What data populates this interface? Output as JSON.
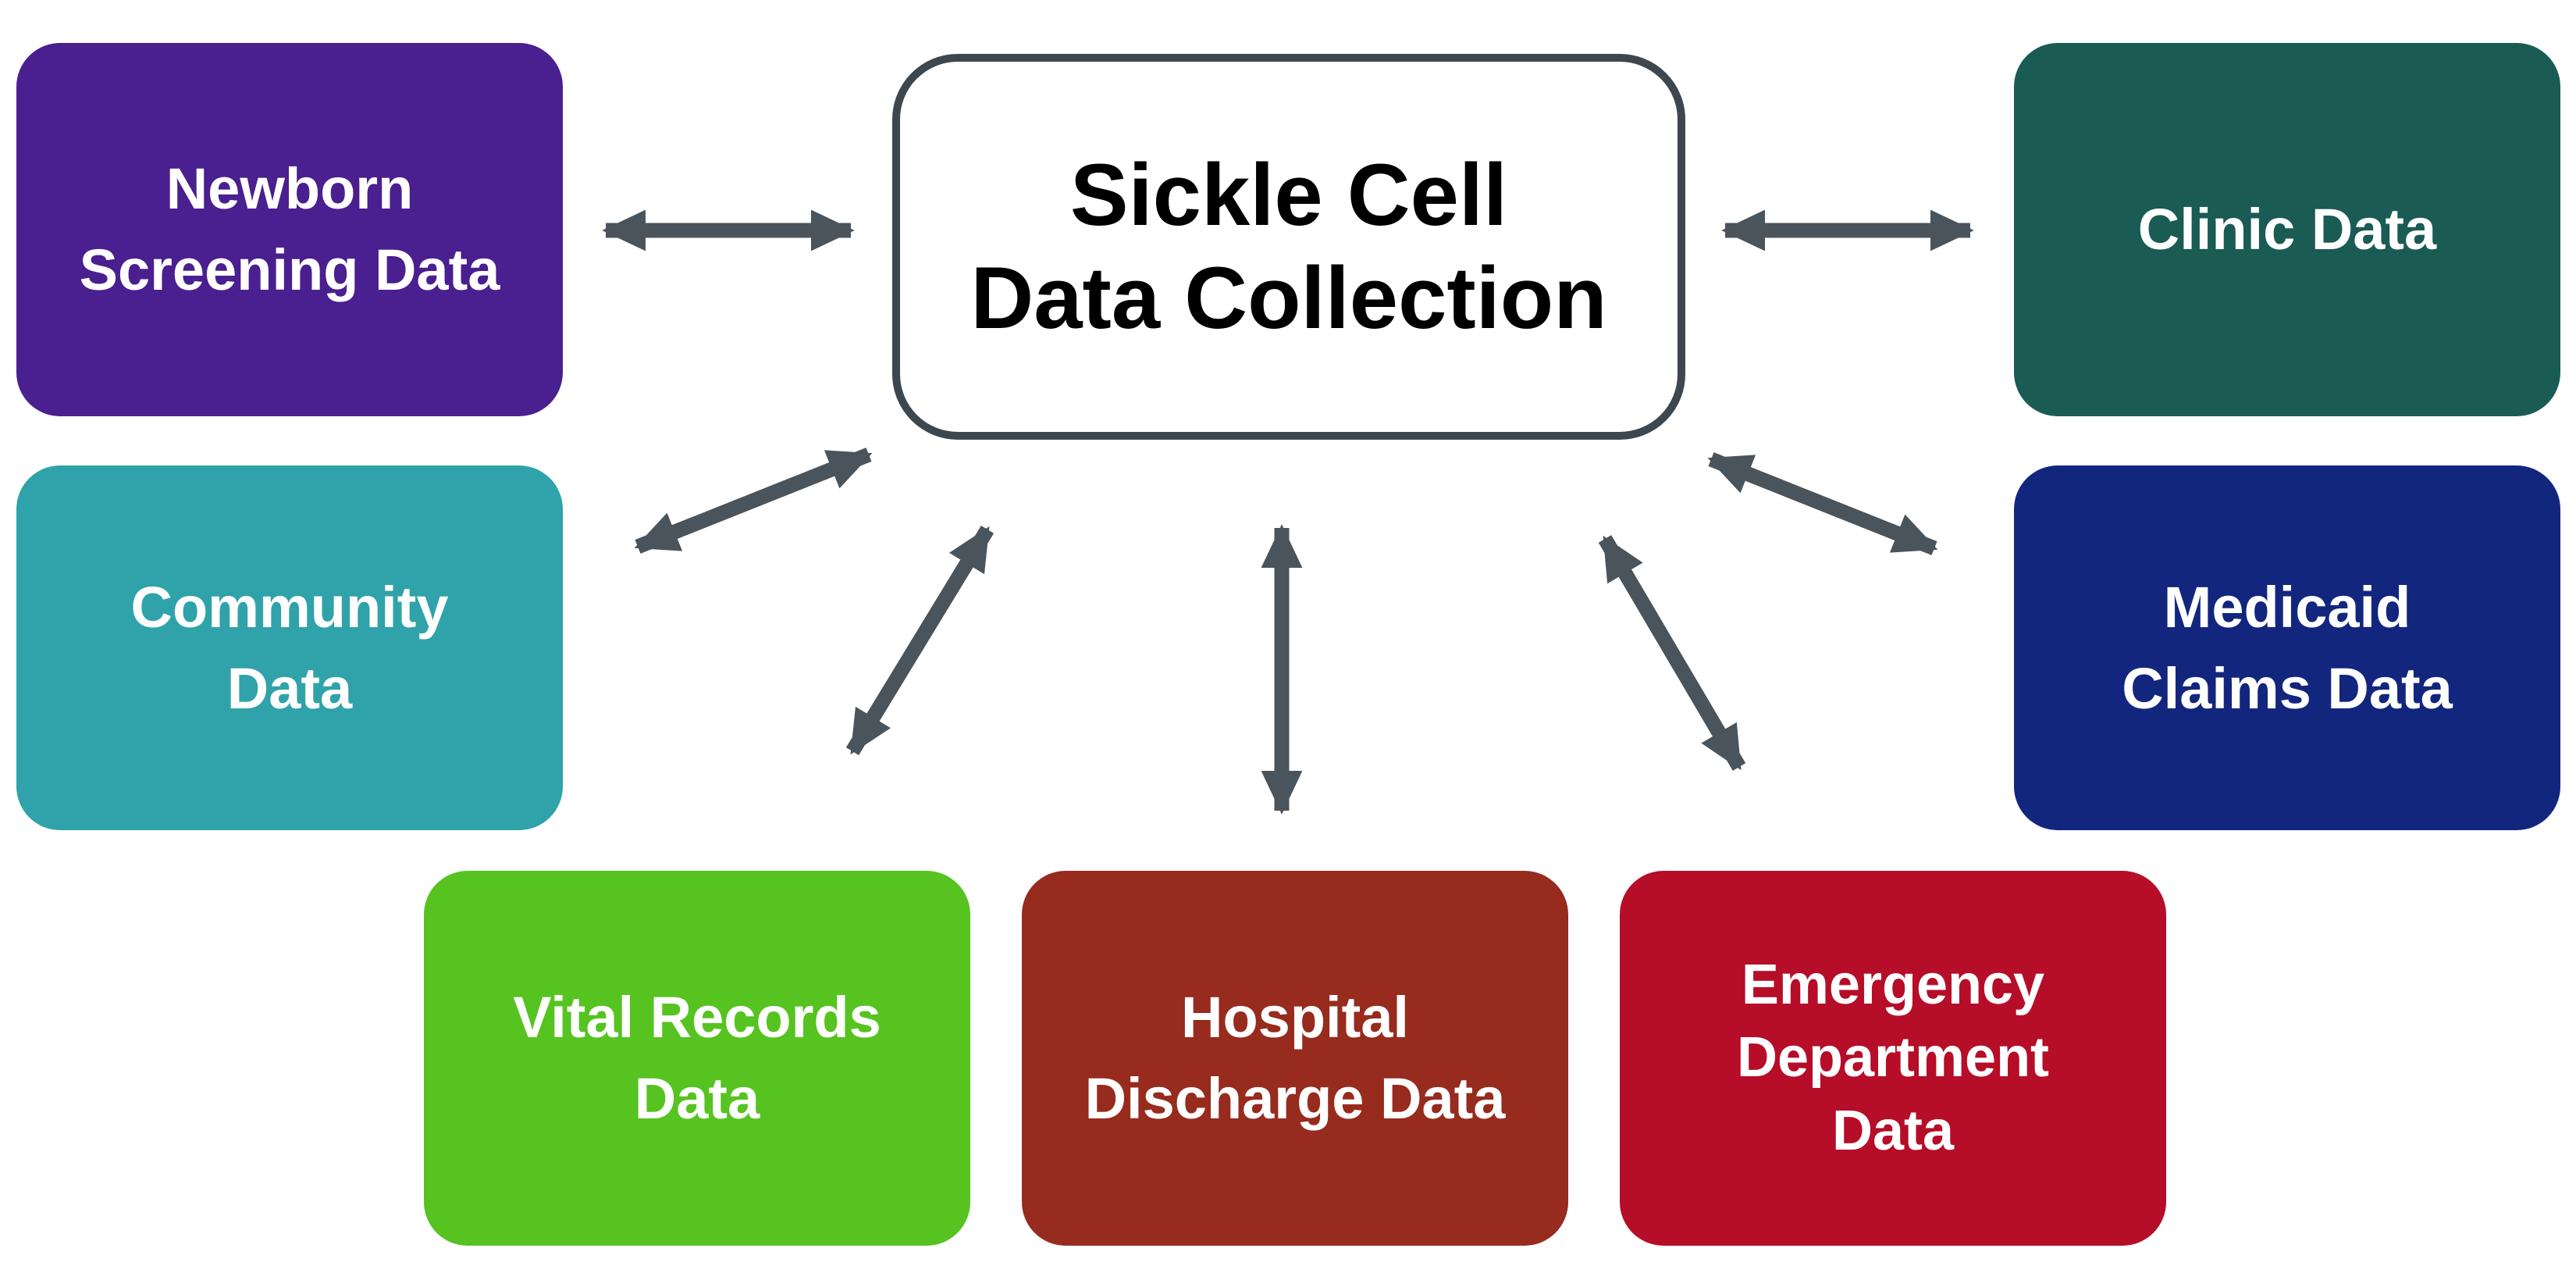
{
  "diagram": {
    "arrow_color": "#4a545c",
    "center": {
      "label": "Sickle Cell\nData Collection",
      "background": "#ffffff",
      "border_color": "#3d474f",
      "text_color": "#000000"
    },
    "nodes": [
      {
        "id": "newborn-screening-data",
        "label": "Newborn\nScreening Data",
        "color": "#4a1f8f"
      },
      {
        "id": "community-data",
        "label": "Community\nData",
        "color": "#2fa3a9"
      },
      {
        "id": "vital-records-data",
        "label": "Vital Records\nData",
        "color": "#56c321"
      },
      {
        "id": "hospital-discharge-data",
        "label": "Hospital\nDischarge Data",
        "color": "#962b1e"
      },
      {
        "id": "emergency-department-data",
        "label": "Emergency\nDepartment\nData",
        "color": "#b60d28"
      },
      {
        "id": "medicaid-claims-data",
        "label": "Medicaid\nClaims Data",
        "color": "#13267e"
      },
      {
        "id": "clinic-data",
        "label": "Clinic Data",
        "color": "#1a5b54"
      }
    ]
  }
}
